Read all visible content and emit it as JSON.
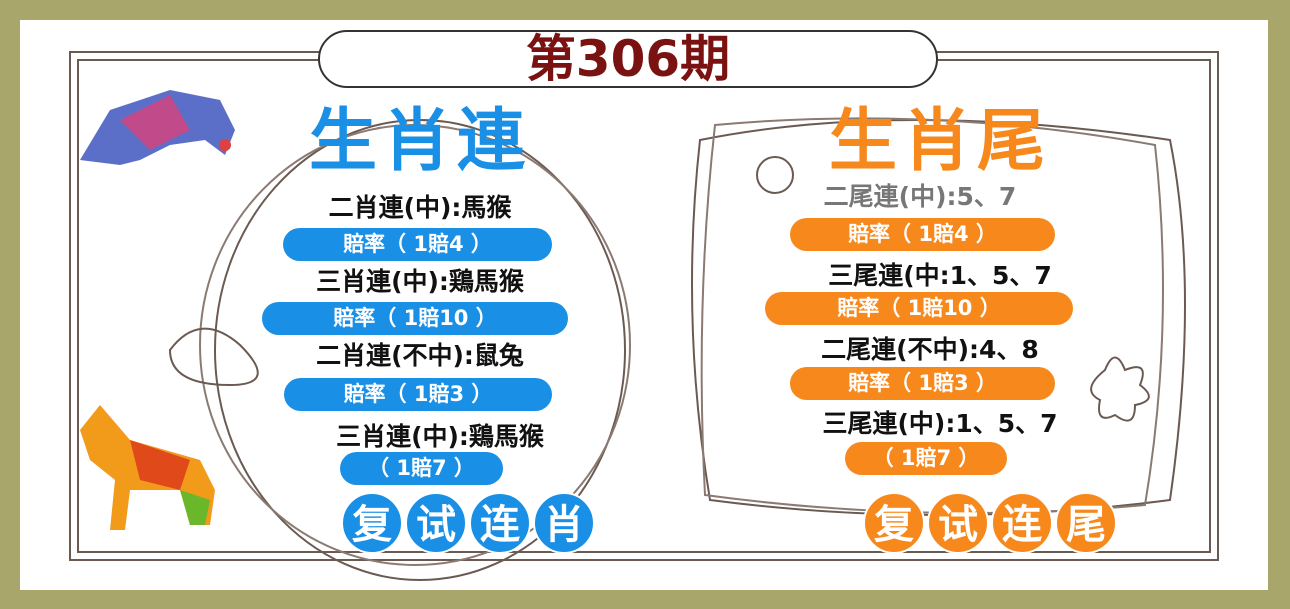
{
  "title": "第306期",
  "left": {
    "heading": "生肖連",
    "color": "#1a8fe6",
    "rows": [
      {
        "text": "二肖連(中):馬猴",
        "odds": "賠率（ 1賠4 ）"
      },
      {
        "text": "三肖連(中):鶏馬猴",
        "odds": "賠率（ 1賠10 ）"
      },
      {
        "text": "二肖連(不中):鼠兔",
        "odds": "賠率（ 1賠3 ）"
      },
      {
        "text": "三肖連(中):鶏馬猴",
        "odds": "（ 1賠7 ）"
      }
    ],
    "buttons": [
      "复",
      "试",
      "连",
      "肖"
    ]
  },
  "right": {
    "heading": "生肖尾",
    "color": "#f7891c",
    "rows": [
      {
        "text": "二尾連(中):5、7",
        "odds": "賠率（ 1賠4 ）"
      },
      {
        "text": "三尾連(中:1、5、7",
        "odds": "賠率（ 1賠10 ）"
      },
      {
        "text": "二尾連(不中):4、8",
        "odds": "賠率（ 1賠3 ）"
      },
      {
        "text": "三尾連(中):1、5、7",
        "odds": "（ 1賠7 ）"
      }
    ],
    "buttons": [
      "复",
      "试",
      "连",
      "尾"
    ]
  }
}
